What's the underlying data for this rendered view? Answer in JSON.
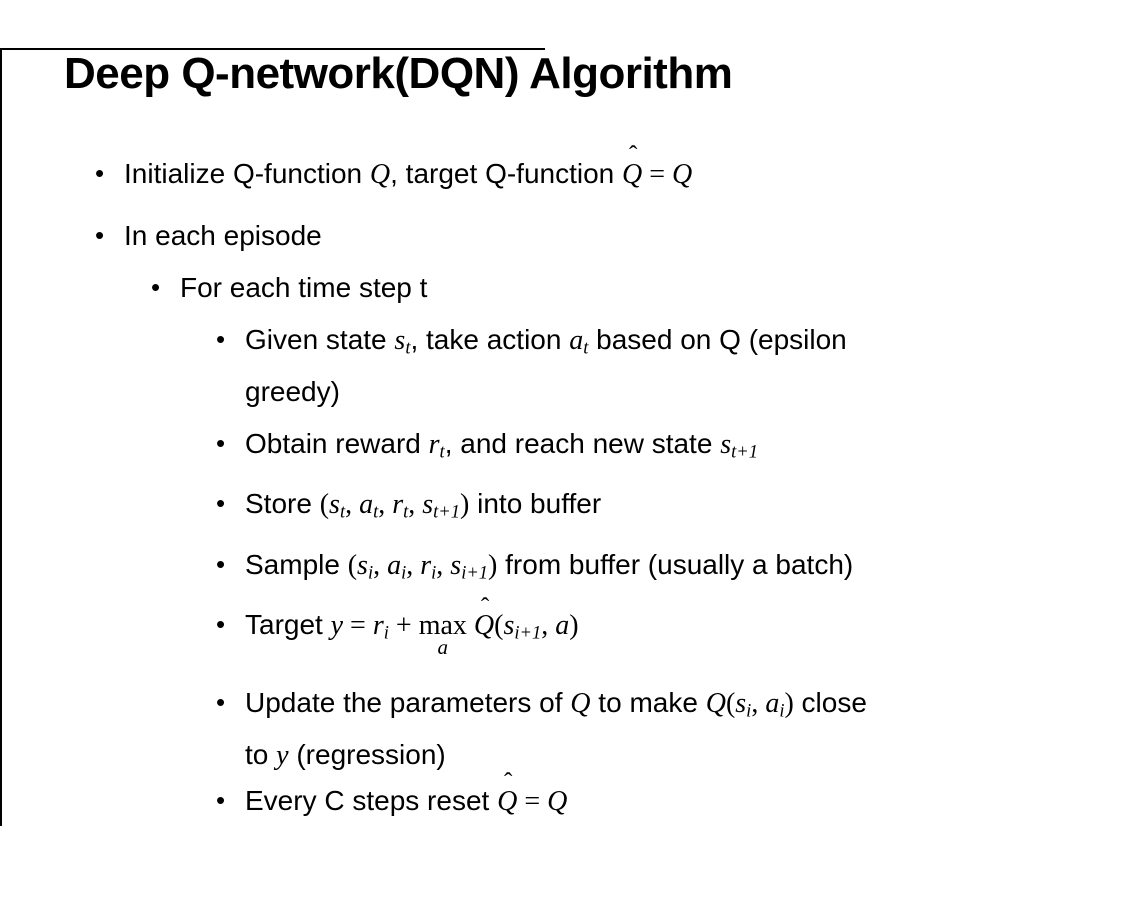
{
  "colors": {
    "background": "#ffffff",
    "text": "#000000",
    "frame": "#000000"
  },
  "slide": {
    "title": "Deep Q-network(DQN) Algorithm",
    "bullet_glyph": "•",
    "hat_glyph": "ˆ",
    "bullets": [
      {
        "level": 1,
        "lines": [
          [
            {
              "k": "t",
              "v": "Initialize Q-function "
            },
            {
              "k": "m",
              "v": "Q"
            },
            {
              "k": "t",
              "v": ", target Q-function "
            },
            {
              "k": "mh",
              "v": "Q"
            },
            {
              "k": "o",
              "v": " = "
            },
            {
              "k": "m",
              "v": "Q"
            }
          ]
        ]
      },
      {
        "level": 1,
        "lines": [
          [
            {
              "k": "t",
              "v": "In each episode"
            }
          ]
        ]
      },
      {
        "level": 2,
        "lines": [
          [
            {
              "k": "t",
              "v": "For each time step t"
            }
          ]
        ]
      },
      {
        "level": 3,
        "lines": [
          [
            {
              "k": "t",
              "v": "Given state "
            },
            {
              "k": "ms",
              "v": "s",
              "s": "t"
            },
            {
              "k": "t",
              "v": ", take action "
            },
            {
              "k": "ms",
              "v": "a",
              "s": "t"
            },
            {
              "k": "t",
              "v": " based on Q (epsilon"
            }
          ],
          [
            {
              "k": "t",
              "v": "greedy)"
            }
          ]
        ]
      },
      {
        "level": 3,
        "lines": [
          [
            {
              "k": "t",
              "v": "Obtain reward "
            },
            {
              "k": "ms",
              "v": "r",
              "s": "t"
            },
            {
              "k": "t",
              "v": ", and reach new state "
            },
            {
              "k": "ms",
              "v": "s",
              "s": "t+1"
            }
          ]
        ]
      },
      {
        "level": 3,
        "lines": [
          [
            {
              "k": "t",
              "v": "Store "
            },
            {
              "k": "o",
              "v": "("
            },
            {
              "k": "ms",
              "v": "s",
              "s": "t"
            },
            {
              "k": "o",
              "v": ", "
            },
            {
              "k": "ms",
              "v": "a",
              "s": "t"
            },
            {
              "k": "o",
              "v": ", "
            },
            {
              "k": "ms",
              "v": "r",
              "s": "t"
            },
            {
              "k": "o",
              "v": ", "
            },
            {
              "k": "ms",
              "v": "s",
              "s": "t+1"
            },
            {
              "k": "o",
              "v": ")"
            },
            {
              "k": "t",
              "v": " into buffer"
            }
          ]
        ]
      },
      {
        "level": 3,
        "lines": [
          [
            {
              "k": "t",
              "v": "Sample "
            },
            {
              "k": "o",
              "v": "("
            },
            {
              "k": "ms",
              "v": "s",
              "s": "i"
            },
            {
              "k": "o",
              "v": ", "
            },
            {
              "k": "ms",
              "v": "a",
              "s": "i"
            },
            {
              "k": "o",
              "v": ", "
            },
            {
              "k": "ms",
              "v": "r",
              "s": "i"
            },
            {
              "k": "o",
              "v": ", "
            },
            {
              "k": "ms",
              "v": "s",
              "s": "i+1"
            },
            {
              "k": "o",
              "v": ")"
            },
            {
              "k": "t",
              "v": " from buffer (usually a batch)"
            }
          ]
        ]
      },
      {
        "level": 3,
        "lines": [
          [
            {
              "k": "t",
              "v": "Target "
            },
            {
              "k": "m",
              "v": "y"
            },
            {
              "k": "o",
              "v": " = "
            },
            {
              "k": "ms",
              "v": "r",
              "s": "i"
            },
            {
              "k": "o",
              "v": " + "
            },
            {
              "k": "max",
              "v": "max",
              "u": "a"
            },
            {
              "k": "o",
              "v": " "
            },
            {
              "k": "mh",
              "v": "Q"
            },
            {
              "k": "o",
              "v": "("
            },
            {
              "k": "ms",
              "v": "s",
              "s": "i+1"
            },
            {
              "k": "o",
              "v": ", "
            },
            {
              "k": "m",
              "v": "a"
            },
            {
              "k": "o",
              "v": ")"
            }
          ]
        ]
      },
      {
        "level": 3,
        "lines": [
          [
            {
              "k": "t",
              "v": "Update the parameters of "
            },
            {
              "k": "m",
              "v": "Q"
            },
            {
              "k": "t",
              "v": " to make "
            },
            {
              "k": "m",
              "v": "Q"
            },
            {
              "k": "o",
              "v": "("
            },
            {
              "k": "ms",
              "v": "s",
              "s": "i"
            },
            {
              "k": "o",
              "v": ", "
            },
            {
              "k": "ms",
              "v": "a",
              "s": "i"
            },
            {
              "k": "o",
              "v": ")"
            },
            {
              "k": "t",
              "v": " close"
            }
          ],
          [
            {
              "k": "t",
              "v": "to "
            },
            {
              "k": "m",
              "v": "y"
            },
            {
              "k": "t",
              "v": " (regression)"
            }
          ]
        ]
      },
      {
        "level": 3,
        "lines": [
          [
            {
              "k": "t",
              "v": "Every C steps reset "
            },
            {
              "k": "mh",
              "v": "Q"
            },
            {
              "k": "o",
              "v": " = "
            },
            {
              "k": "m",
              "v": "Q"
            }
          ]
        ]
      }
    ]
  }
}
